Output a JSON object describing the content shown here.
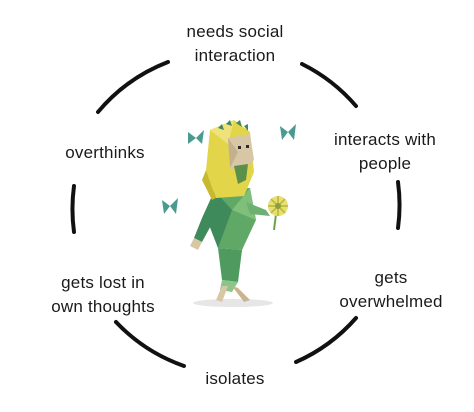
{
  "diagram": {
    "nodes": [
      {
        "id": "top",
        "lines": [
          "needs social",
          "interaction"
        ]
      },
      {
        "id": "right1",
        "lines": [
          "interacts with",
          "people"
        ]
      },
      {
        "id": "right2",
        "lines": [
          "gets",
          "overwhelmed"
        ]
      },
      {
        "id": "bottom",
        "lines": [
          "isolates"
        ]
      },
      {
        "id": "left2",
        "lines": [
          "gets lost in",
          "own thoughts"
        ]
      },
      {
        "id": "left1",
        "lines": [
          "overthinks"
        ]
      }
    ],
    "cycle_color": "#111111",
    "figure": {
      "depicts": "low-poly hermit character in green robe and yellow hood holding a flower, with butterflies",
      "colors": {
        "hood": "#e3d54a",
        "robe_light": "#7fbf7a",
        "robe_dark": "#3f8a5a",
        "skin": "#d8c7a4",
        "butterfly": "#4a9b8f"
      }
    }
  }
}
